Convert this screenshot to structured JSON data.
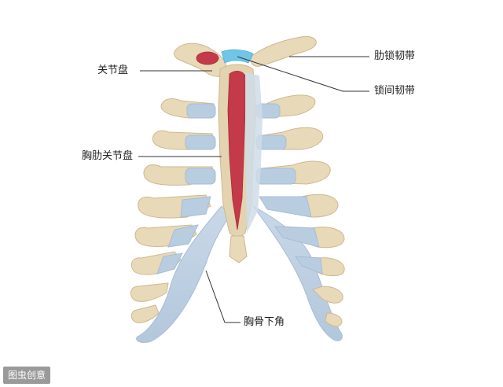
{
  "labels": {
    "costoclavicular_ligament": "肋锁韧带",
    "articular_disc": "关节盘",
    "interclavicular_ligament": "锁间韧带",
    "sternocostal_disc": "胸肋关节盘",
    "infrasternal_angle": "胸骨下角"
  },
  "watermark": "图虫创意",
  "colors": {
    "bone": "#e8d9b8",
    "bone_outline": "#cdb98f",
    "cartilage": "#b9cde0",
    "cartilage_light": "#d3e0ec",
    "marrow": "#c43a4a",
    "ligament": "#6fc6e8",
    "leader_line": "#333333"
  }
}
